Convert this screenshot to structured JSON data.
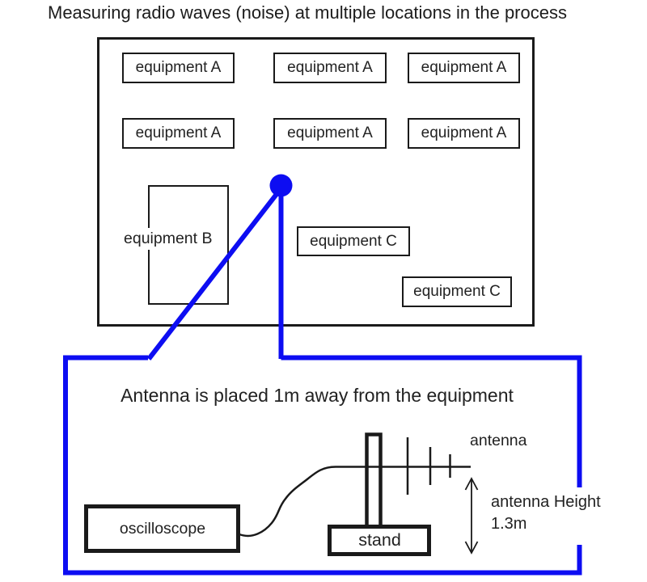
{
  "title": "Measuring radio waves (noise) at multiple locations in the process",
  "colors": {
    "accent_blue": "#0d0df2",
    "ink": "#1a1a1a"
  },
  "process_room": {
    "equipment_a": [
      "equipment A",
      "equipment A",
      "equipment A",
      "equipment A",
      "equipment A",
      "equipment A"
    ],
    "equipment_b": "equipment B",
    "equipment_c": [
      "equipment C",
      "equipment C"
    ]
  },
  "measurement_detail": {
    "caption": "Antenna is placed 1m away from the equipment",
    "oscilloscope": "oscilloscope",
    "stand": "stand",
    "antenna": "antenna",
    "antenna_height_line1": "antenna Height",
    "antenna_height_line2": "1.3m"
  }
}
